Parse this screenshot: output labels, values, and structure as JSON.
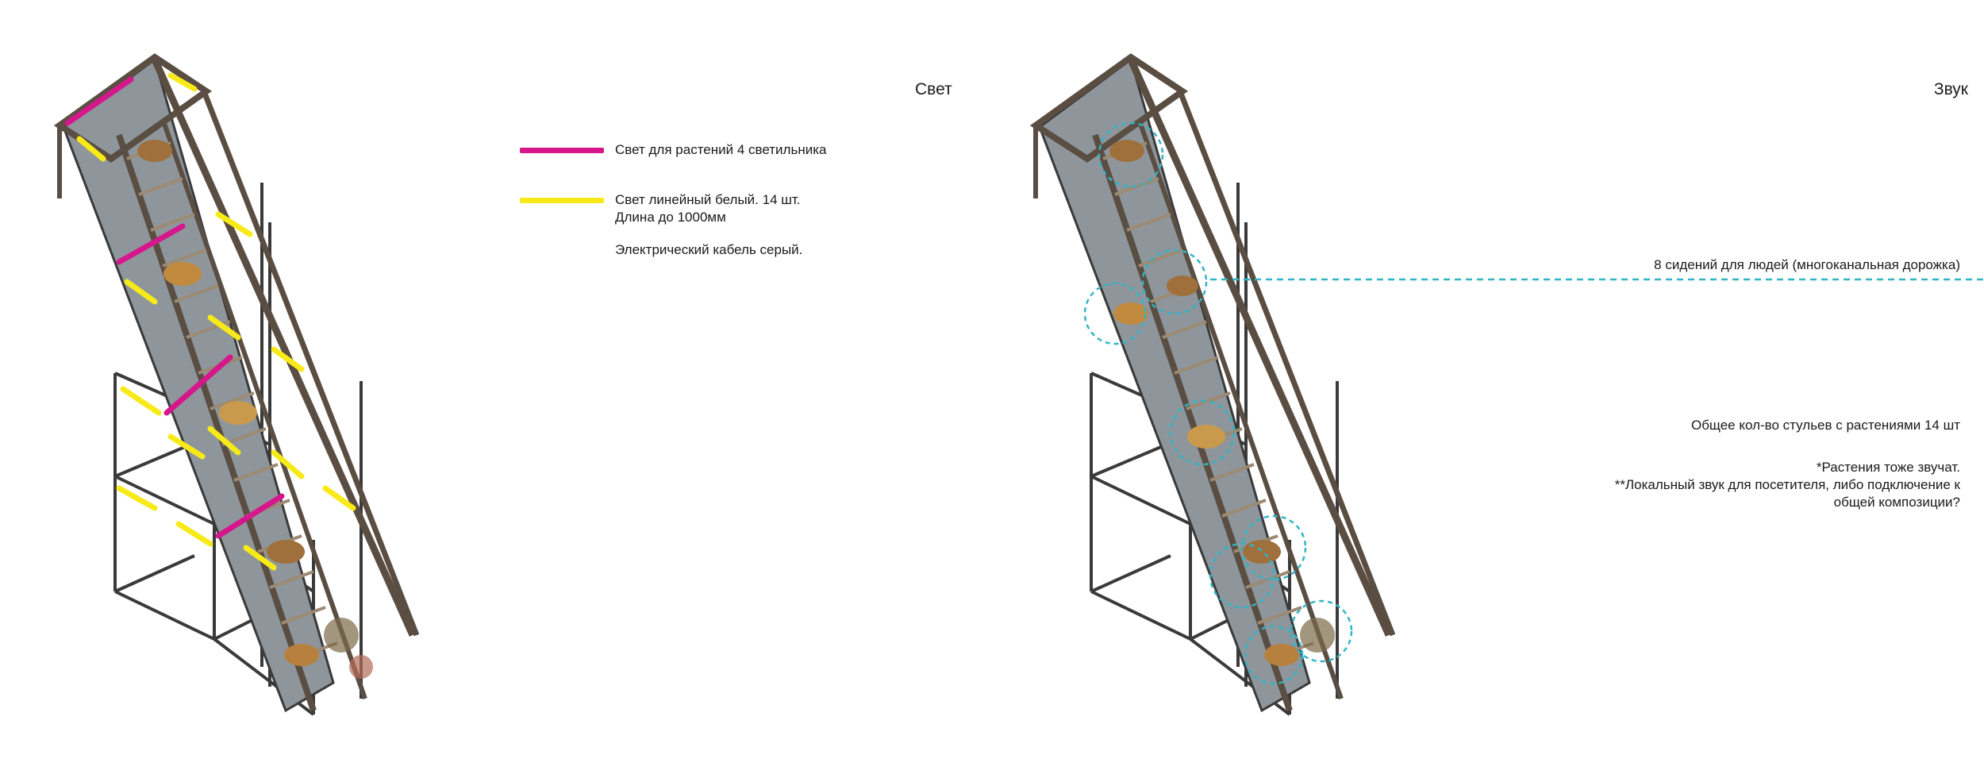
{
  "light_panel": {
    "title": "Свет",
    "legend": [
      {
        "color": "#d6168b",
        "label": "Свет для растений 4 светильника"
      },
      {
        "color": "#f7ea18",
        "label": "Свет линейный белый.  14 шт.\nДлина до 1000мм"
      }
    ],
    "cable_note": "Электрический кабель серый."
  },
  "sound_panel": {
    "title": "Звук",
    "seats_label": "8 сидений для людей (многоканальная дорожка)",
    "chairs_count": "Общее кол-во стульев с растениями 14 шт",
    "notes": "*Растения тоже звучат.\n**Локальный звук для посетителя, либо подключение к\nобщей композиции?"
  },
  "colors": {
    "plant_light": "#d6168b",
    "linear_light": "#f7ea18",
    "sound_marker": "#2fb5c6",
    "frame": "#3a3a3a"
  }
}
